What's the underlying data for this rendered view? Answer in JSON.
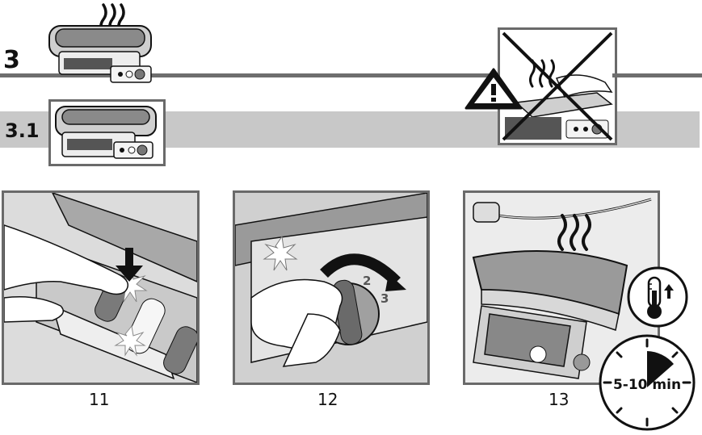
{
  "section": {
    "number": "3"
  },
  "subsection": {
    "number": "3.1"
  },
  "steps": [
    {
      "caption": "11"
    },
    {
      "caption": "12"
    },
    {
      "caption": "13"
    }
  ],
  "timer": {
    "label": "5-10 min"
  },
  "dial_marks": {
    "two": "2",
    "three": "3"
  },
  "icons": {
    "warning": "warning-triangle-icon",
    "no_touch": "do-not-touch-hot-surface-icon",
    "thermometer": "thermometer-rising-icon",
    "timer": "timer-icon",
    "steam": "steam-icon"
  },
  "colors": {
    "band": "#c8c8c8",
    "rule": "#6e6e6e",
    "frame": "#6a6a6a",
    "ink": "#111111"
  }
}
